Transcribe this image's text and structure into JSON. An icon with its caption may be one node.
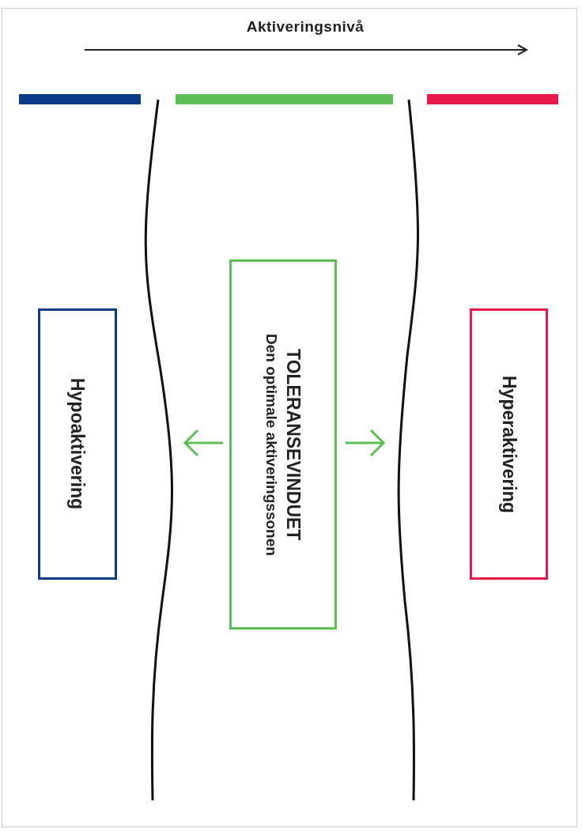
{
  "diagram": {
    "nodes": [
      {
        "text": [
          "Hypoaktivering"
        ]
      },
      {
        "text": [
          "TOLERANSEVINDUET",
          "Den optimale aktiveringssonen"
        ]
      },
      {
        "text": [
          "Hyperaktivering"
        ]
      }
    ],
    "labels": [
      "Aktiveringsnivå"
    ]
  }
}
